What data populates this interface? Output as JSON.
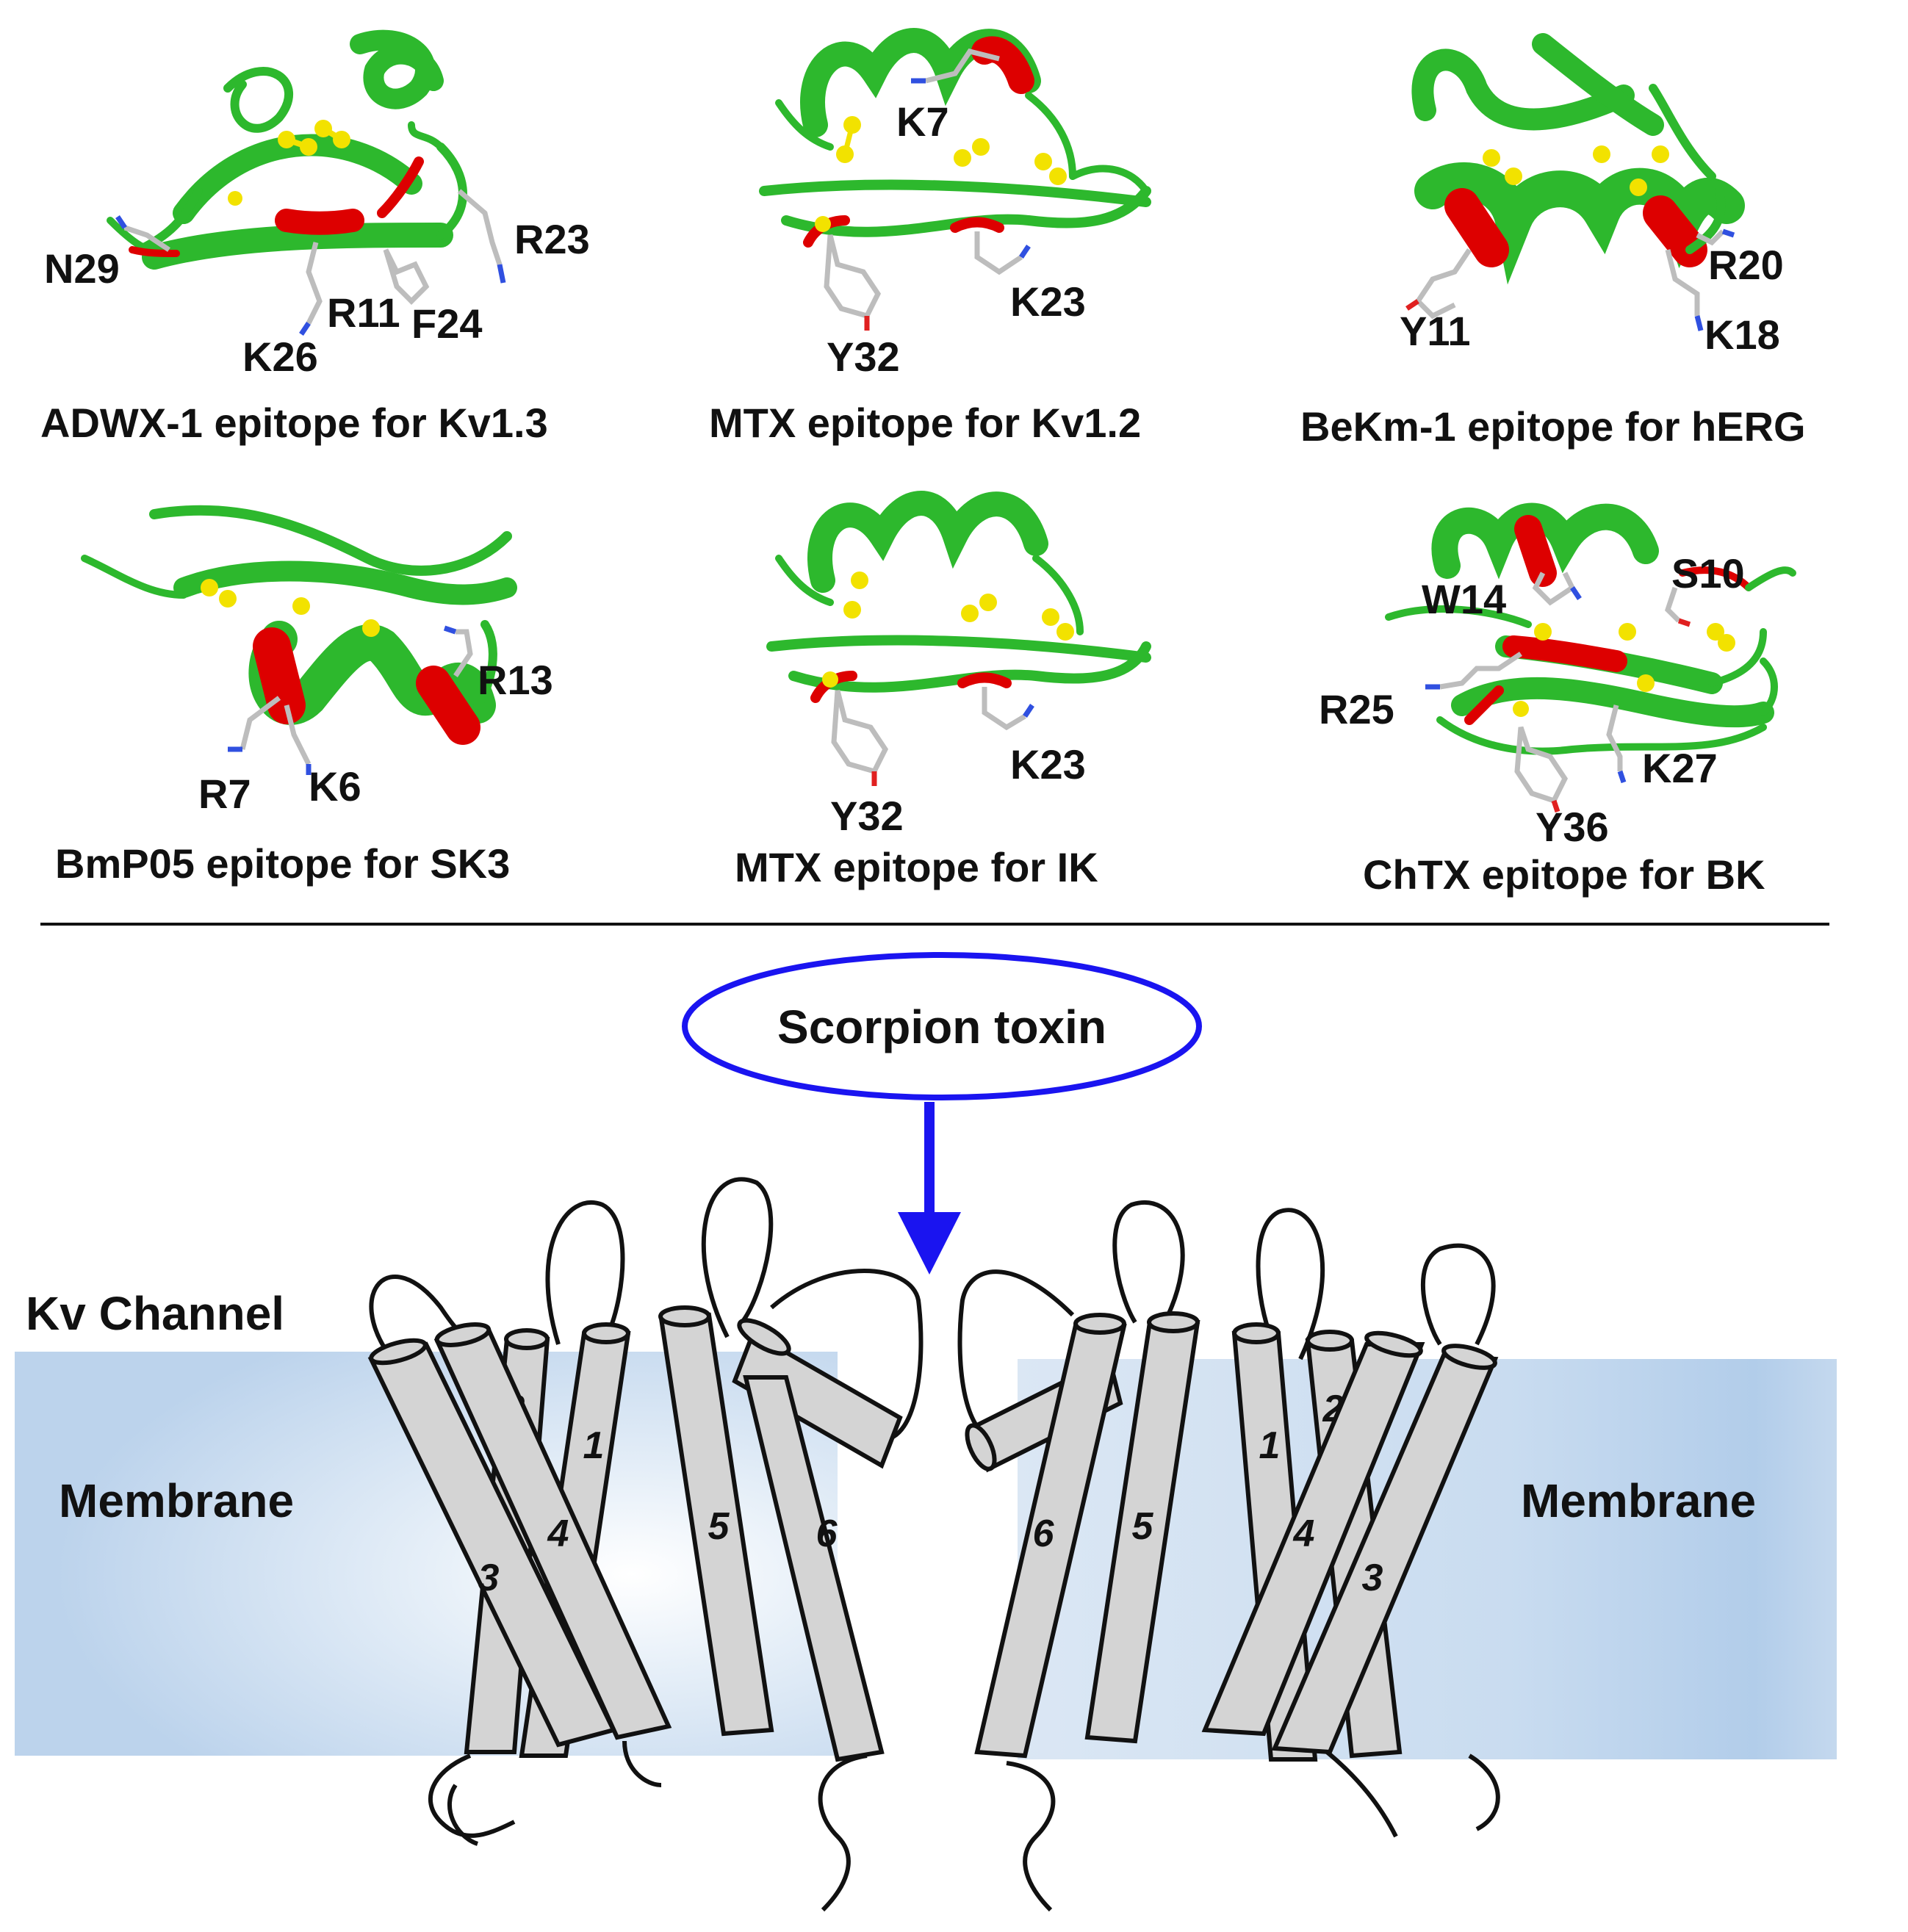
{
  "colors": {
    "helix": "#2db82d",
    "epitope": "#dd0000",
    "disulfide": "#f2e200",
    "sidechain": "#bdbdbd",
    "nitrogen": "#3050e0",
    "oxygen": "#e02020",
    "membrane": "#c6daef",
    "tm_cylinder": "#d4d4d4",
    "toxin_outline": "#1a14f0",
    "arrow": "#1a14f0"
  },
  "panels": [
    {
      "caption": "ADWX-1 epitope for Kv1.3",
      "residues": [
        "N29",
        "R23",
        "R11",
        "F24",
        "K26"
      ]
    },
    {
      "caption": "MTX epitope for Kv1.2",
      "residues": [
        "K7",
        "K23",
        "Y32"
      ]
    },
    {
      "caption": "BeKm-1 epitope for hERG",
      "residues": [
        "R20",
        "Y11",
        "K18"
      ]
    },
    {
      "caption": "BmP05 epitope for SK3",
      "residues": [
        "R13",
        "R7",
        "K6"
      ]
    },
    {
      "caption": "MTX epitope for IK",
      "residues": [
        "K23",
        "Y32"
      ]
    },
    {
      "caption": "ChTX epitope for BK",
      "residues": [
        "S10",
        "W14",
        "R25",
        "K27",
        "Y36"
      ]
    }
  ],
  "channel": {
    "toxin_label": "Scorpion toxin",
    "channel_label": "Kv Channel",
    "membrane_left": "Membrane",
    "membrane_right": "Membrane",
    "segments_left": [
      "2",
      "1",
      "3",
      "4",
      "5",
      "6"
    ],
    "segments_right": [
      "6",
      "5",
      "1",
      "2",
      "4",
      "3"
    ]
  }
}
